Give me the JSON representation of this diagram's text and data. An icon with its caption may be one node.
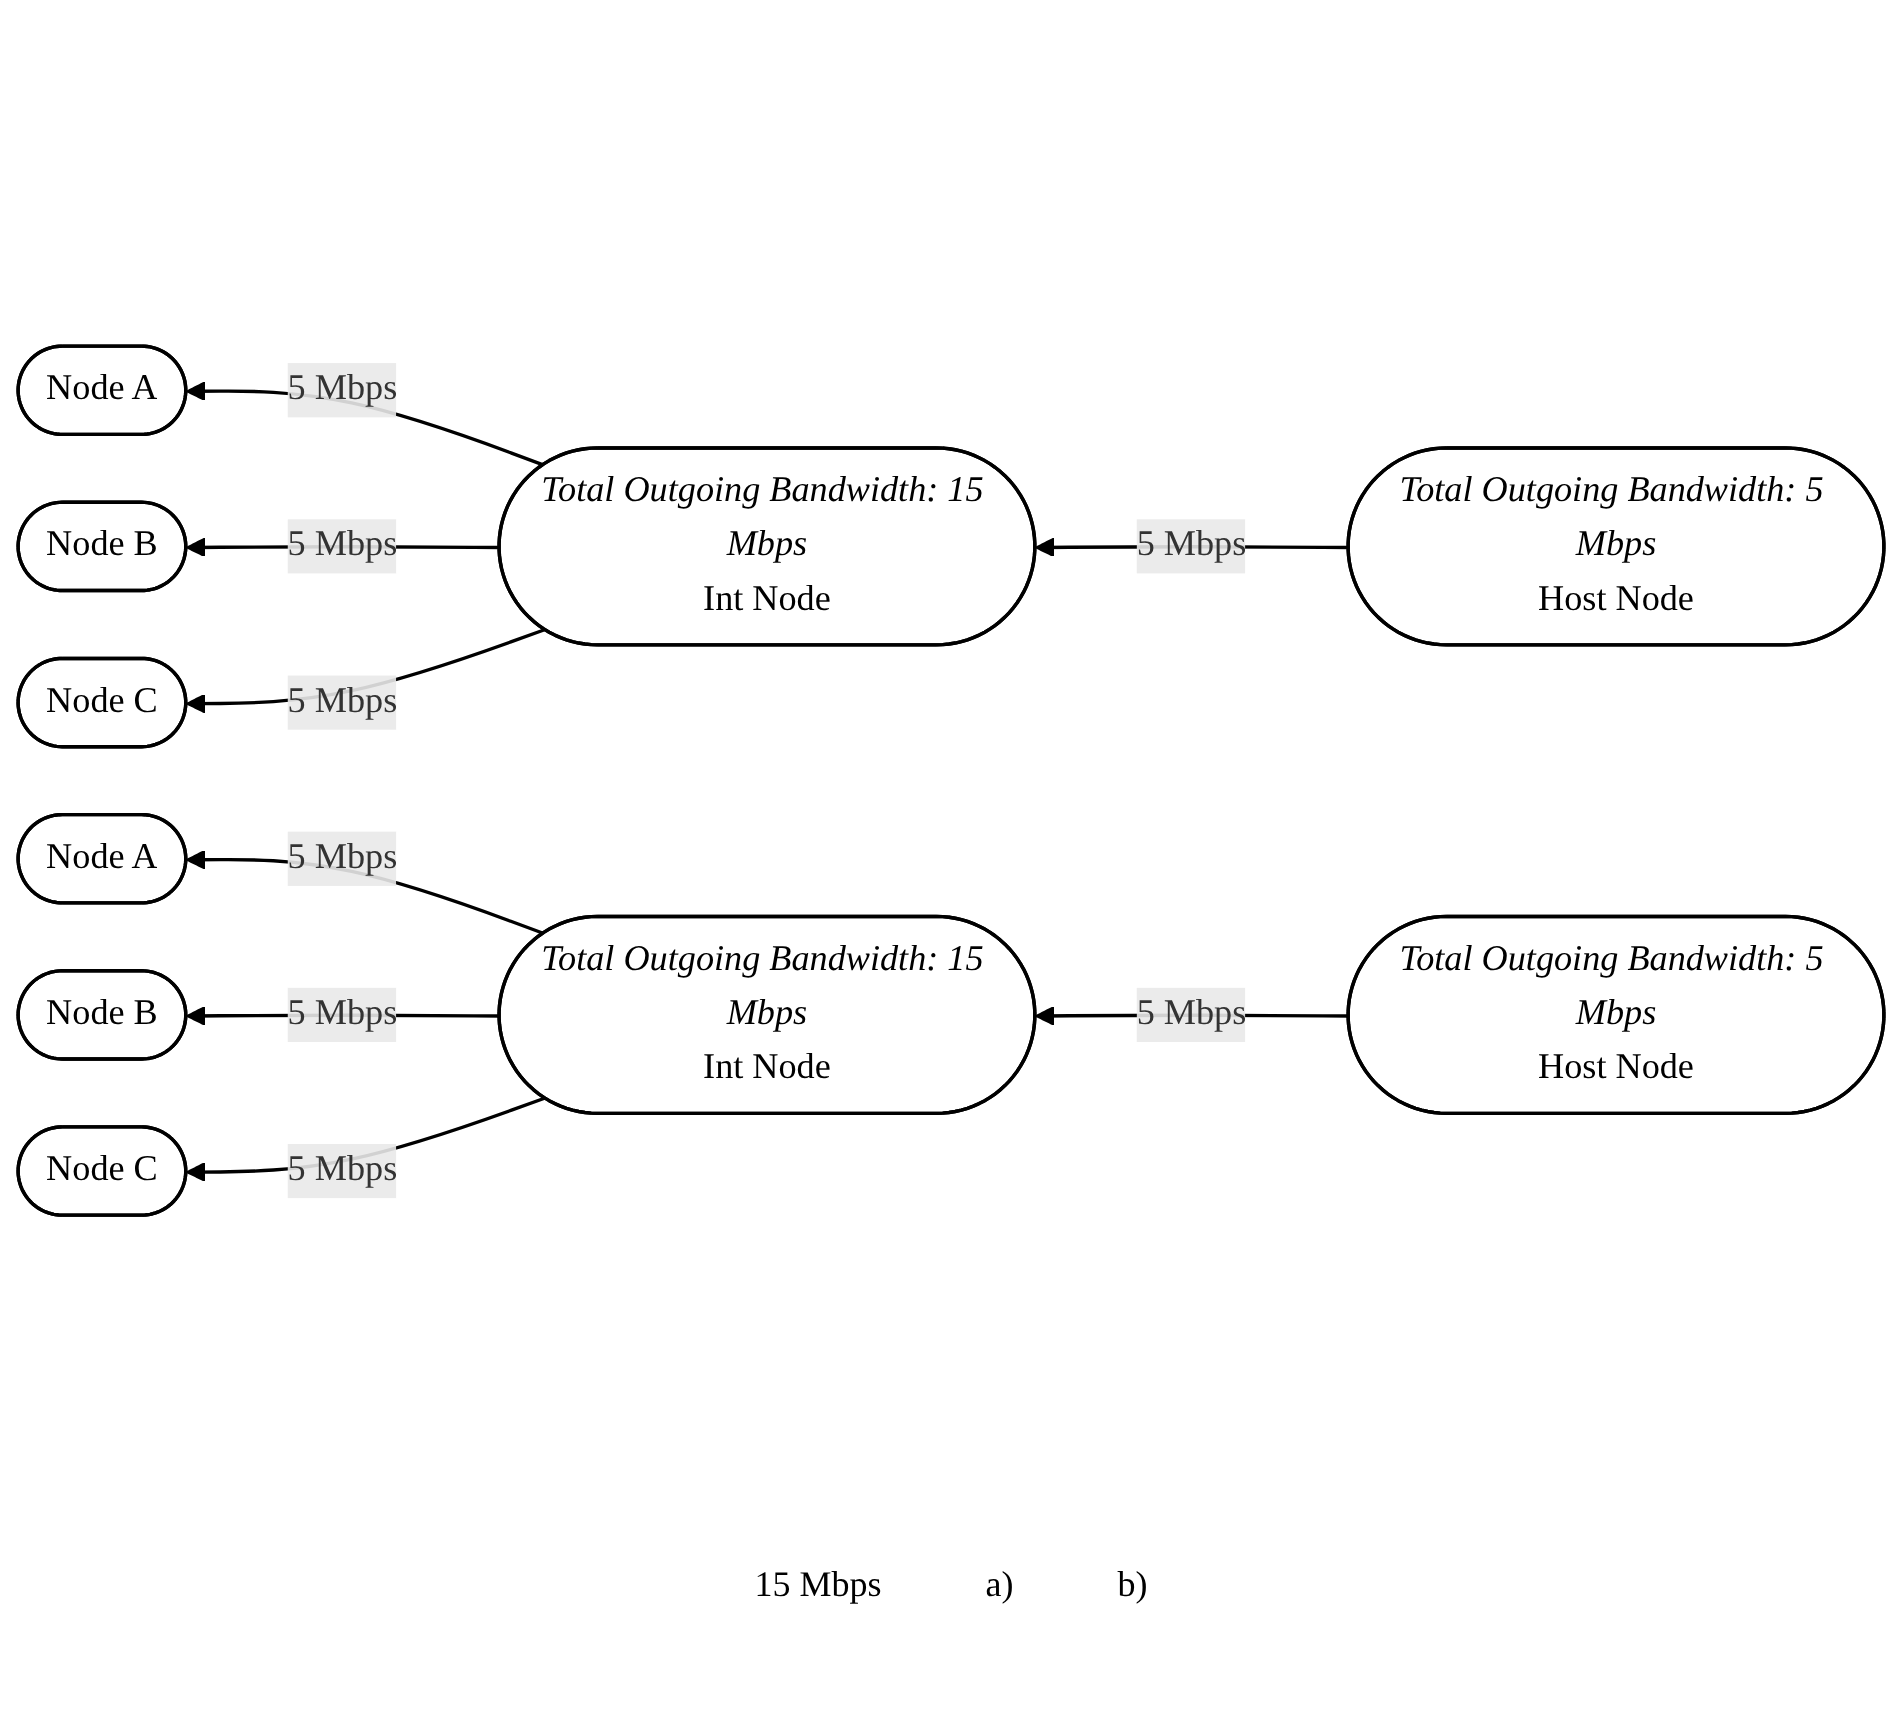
{
  "diagram": {
    "nodes": [
      {
        "text": [
          "Node A"
        ]
      },
      {
        "text": [
          "Node B"
        ]
      },
      {
        "text": [
          "Node C"
        ]
      },
      {
        "text": [
          "Total Outgoing Bandwidth: 15 Mbps",
          "Int Node"
        ]
      },
      {
        "text": [
          "Total Outgoing Bandwidth: 5 Mbps",
          "Host Node"
        ]
      },
      {
        "text": [
          "Node A"
        ]
      },
      {
        "text": [
          "Node B"
        ]
      },
      {
        "text": [
          "Node C"
        ]
      },
      {
        "text": [
          "Total Outgoing Bandwidth: 15 Mbps",
          "Int Node"
        ]
      },
      {
        "text": [
          "Total Outgoing Bandwidth: 5 Mbps",
          "Host Node"
        ]
      }
    ],
    "edges": [
      {
        "from": 4,
        "to": 3,
        "arrow": "to",
        "label": "5 Mbps"
      },
      {
        "from": 3,
        "to": 0,
        "arrow": "to",
        "label": "5 Mbps"
      },
      {
        "from": 3,
        "to": 1,
        "arrow": "to",
        "label": "5 Mbps"
      },
      {
        "from": 3,
        "to": 2,
        "arrow": "to",
        "label": "5 Mbps"
      },
      {
        "from": 9,
        "to": 8,
        "arrow": "to",
        "label": "5 Mbps"
      },
      {
        "from": 8,
        "to": 5,
        "arrow": "to",
        "label": "5 Mbps"
      },
      {
        "from": 8,
        "to": 6,
        "arrow": "to",
        "label": "5 Mbps"
      },
      {
        "from": 8,
        "to": 7,
        "arrow": "to",
        "label": "5 Mbps"
      }
    ],
    "labels": [
      "15 Mbps",
      "a)",
      "b)"
    ]
  }
}
